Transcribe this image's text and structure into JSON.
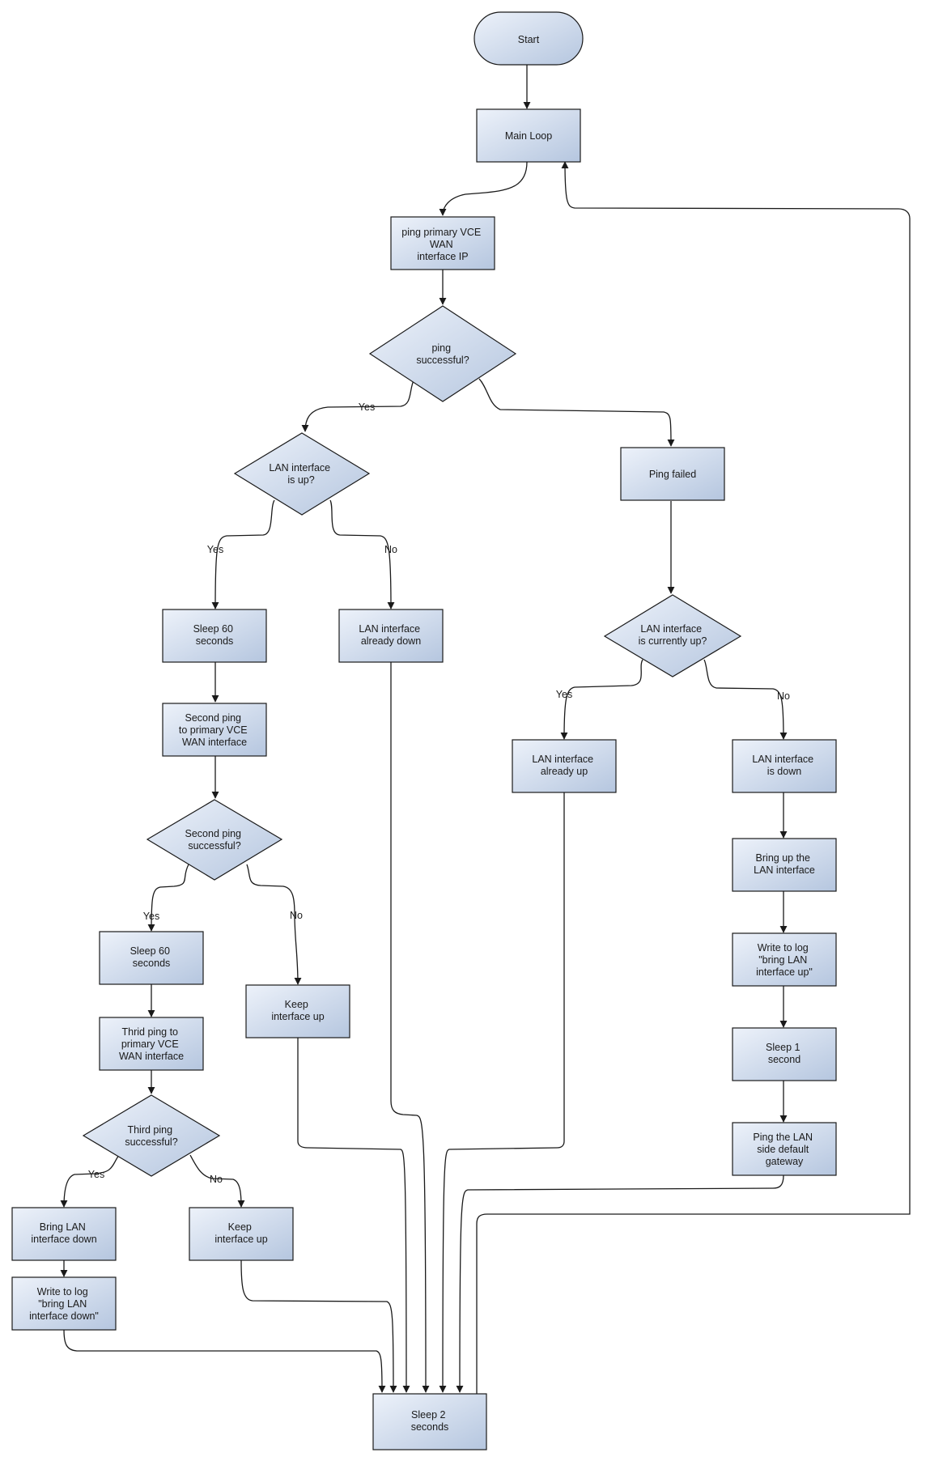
{
  "diagram": {
    "nodes": {
      "start": {
        "lines": [
          "Start"
        ]
      },
      "main_loop": {
        "lines": [
          "Main Loop"
        ]
      },
      "ping_primary": {
        "lines": [
          "ping primary VCE",
          "WAN",
          "interface IP"
        ]
      },
      "ping_successful": {
        "lines": [
          "ping",
          "successful?"
        ]
      },
      "lan_up_q": {
        "lines": [
          "LAN interface",
          "is up?"
        ]
      },
      "ping_failed": {
        "lines": [
          "Ping failed"
        ]
      },
      "sleep60_a": {
        "lines": [
          "Sleep 60",
          "seconds"
        ]
      },
      "lan_already_down": {
        "lines": [
          "LAN interface",
          "already down"
        ]
      },
      "lan_currently_up_q": {
        "lines": [
          "LAN interface",
          "is currently up?"
        ]
      },
      "second_ping": {
        "lines": [
          "Second ping",
          "to primary VCE",
          "WAN interface"
        ]
      },
      "lan_already_up": {
        "lines": [
          "LAN interface",
          "already up"
        ]
      },
      "lan_is_down": {
        "lines": [
          "LAN interface",
          "is down"
        ]
      },
      "second_ping_q": {
        "lines": [
          "Second ping",
          "successful?"
        ]
      },
      "bring_up": {
        "lines": [
          "Bring up the",
          "LAN interface"
        ]
      },
      "sleep60_b": {
        "lines": [
          "Sleep 60",
          "seconds"
        ]
      },
      "keep_up_a": {
        "lines": [
          "Keep",
          "interface up"
        ]
      },
      "write_log_up": {
        "lines": [
          "Write to log",
          "\"bring LAN",
          "interface up\""
        ]
      },
      "third_ping": {
        "lines": [
          "Thrid ping to",
          "primary VCE",
          "WAN interface"
        ]
      },
      "sleep1": {
        "lines": [
          "Sleep 1",
          "second"
        ]
      },
      "third_ping_q": {
        "lines": [
          "Third ping",
          "successful?"
        ]
      },
      "ping_lan_gw": {
        "lines": [
          "Ping the LAN",
          "side default",
          "gateway"
        ]
      },
      "bring_down": {
        "lines": [
          "Bring LAN",
          "interface down"
        ]
      },
      "keep_up_b": {
        "lines": [
          "Keep",
          "interface up"
        ]
      },
      "write_log_down": {
        "lines": [
          "Write to log",
          "\"bring LAN",
          "interface down\""
        ]
      },
      "sleep2": {
        "lines": [
          "Sleep 2",
          "seconds"
        ]
      }
    },
    "edge_labels": {
      "yes": "Yes",
      "no": "No"
    }
  }
}
